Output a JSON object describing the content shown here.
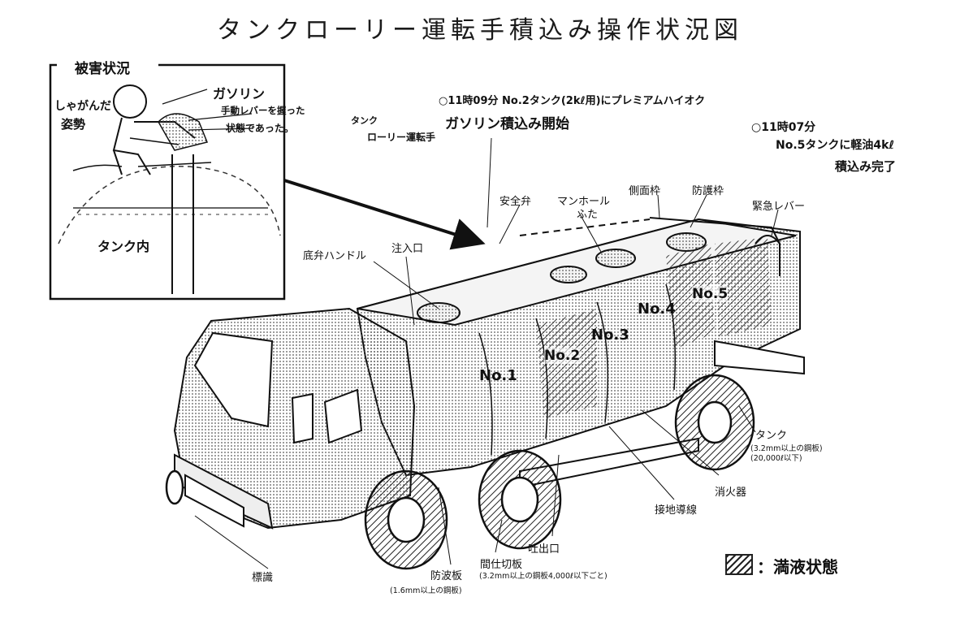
{
  "title": "タンクローリー運転手積込み操作状況図",
  "inset": {
    "header": "被害状況",
    "posture": [
      "しゃがんだ",
      "姿勢"
    ],
    "gasoline": "ガソリン",
    "lever_note": [
      "手動レバーを握った",
      "状態であった。"
    ],
    "tank_inside": "タンク内"
  },
  "handwritten": {
    "driver": [
      "タンク",
      "ローリー運転手"
    ],
    "note_1109": [
      "○11時09分 No.2タンク(2kℓ用)にプレミアムハイオク",
      "ガソリン積込み開始"
    ],
    "note_1107": [
      "○11時07分",
      "No.5タンクに軽油4kℓ",
      "積込み完了"
    ]
  },
  "tank_numbers": [
    "No.1",
    "No.2",
    "No.3",
    "No.4",
    "No.5"
  ],
  "labels": {
    "safety_valve": "安全弁",
    "manhole": [
      "マンホール",
      "ふた"
    ],
    "side_frame": "側面枠",
    "guard_frame": "防護枠",
    "emergency_lever": "緊急レバー",
    "bottom_valve": "底弁ハンドル",
    "inlet": "注入口",
    "tank": "タンク",
    "tank_spec": [
      "(3.2mm以上の鋼板)",
      "(20,000ℓ以下)"
    ],
    "extinguisher": "消火器",
    "ground_wire": "接地導線",
    "outlet": "吐出口",
    "partition": "間仕切板",
    "partition_spec": "(3.2mm以上の鋼板4,000ℓ以下ごと)",
    "baffle": "防波板",
    "baffle_spec": "(1.6mm以上の鋼板)",
    "sign": "標識"
  },
  "legend": {
    "label": "：満液状態"
  }
}
